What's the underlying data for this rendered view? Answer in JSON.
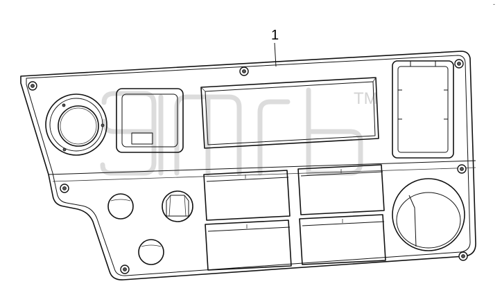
{
  "diagram": {
    "callouts": [
      {
        "id": "part-1",
        "label": "1"
      }
    ],
    "watermark": {
      "trademark": "TM",
      "logo_icon": "watermark-logo-icon"
    },
    "corner_mark": "-"
  }
}
